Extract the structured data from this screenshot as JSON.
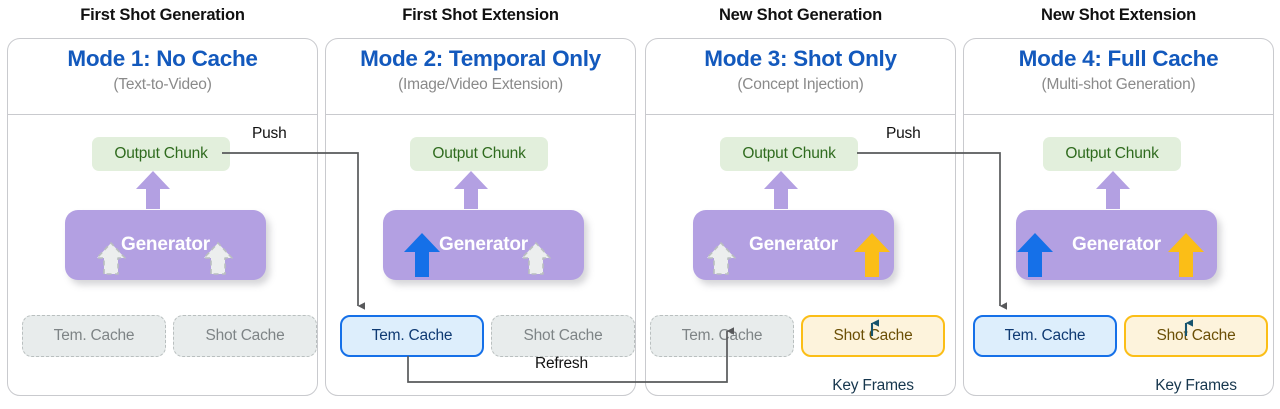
{
  "figure": {
    "background": "#ffffff",
    "colors": {
      "mode_title": "#1359bd",
      "mode_subtitle": "#8a8a8a",
      "panel_border": "#c9cace",
      "output_chunk_fill": "#e2efdc",
      "output_chunk_text": "#2f6b1e",
      "generator_fill": "#b3a0e2",
      "generator_text": "#ffffff",
      "cache_off_fill": "#e8ecec",
      "cache_off_border": "#b9bfbf",
      "cache_off_text": "#7e8486",
      "temporal_active_fill": "#ddeefc",
      "temporal_active_border": "#1570e8",
      "temporal_active_text": "#0f3a73",
      "shot_active_fill": "#fdf3dc",
      "shot_active_border": "#fbbe17",
      "shot_active_text": "#6b4f06",
      "arrow_purple": "#b3a0e2",
      "arrow_blue": "#1570e8",
      "arrow_yellow": "#fbbe17",
      "arrow_gray_dashed": "#b9bfbf",
      "connector_gray": "#58595b",
      "keyframe_arrow": "#17546e"
    }
  },
  "panels": [
    {
      "stage_title": "First Shot Generation",
      "mode_title": "Mode 1: No Cache",
      "mode_subtitle": "(Text-to-Video)",
      "output_chunk": "Output Chunk",
      "generator": "Generator",
      "temporal_cache": {
        "label": "Tem. Cache",
        "state": "inactive"
      },
      "shot_cache": {
        "label": "Shot Cache",
        "state": "inactive"
      },
      "generator_input_temporal": "dashed-gray",
      "generator_input_shot": "dashed-gray",
      "key_frames": null,
      "outgoing_label": "Push"
    },
    {
      "stage_title": "First Shot Extension",
      "mode_title": "Mode 2: Temporal Only",
      "mode_subtitle": "(Image/Video Extension)",
      "output_chunk": "Output Chunk",
      "generator": "Generator",
      "temporal_cache": {
        "label": "Tem. Cache",
        "state": "active"
      },
      "shot_cache": {
        "label": "Shot Cache",
        "state": "inactive"
      },
      "generator_input_temporal": "solid-blue",
      "generator_input_shot": "dashed-gray",
      "key_frames": null,
      "outgoing_label": "Refresh"
    },
    {
      "stage_title": "New Shot Generation",
      "mode_title": "Mode 3: Shot Only",
      "mode_subtitle": "(Concept Injection)",
      "output_chunk": "Output Chunk",
      "generator": "Generator",
      "temporal_cache": {
        "label": "Tem. Cache",
        "state": "inactive"
      },
      "shot_cache": {
        "label": "Shot Cache",
        "state": "active"
      },
      "generator_input_temporal": "dashed-gray",
      "generator_input_shot": "solid-yellow",
      "key_frames": "Key Frames",
      "outgoing_label": "Push"
    },
    {
      "stage_title": "New Shot Extension",
      "mode_title": "Mode 4: Full Cache",
      "mode_subtitle": "(Multi-shot Generation)",
      "output_chunk": "Output Chunk",
      "generator": "Generator",
      "temporal_cache": {
        "label": "Tem. Cache",
        "state": "active"
      },
      "shot_cache": {
        "label": "Shot Cache",
        "state": "active"
      },
      "generator_input_temporal": "solid-blue",
      "generator_input_shot": "solid-yellow",
      "key_frames": "Key Frames",
      "outgoing_label": null
    }
  ],
  "connectors": [
    {
      "name": "push-1-to-2",
      "label": "Push",
      "from": "panel1.output_chunk",
      "to": "panel2.temporal_cache"
    },
    {
      "name": "refresh-2-to-3",
      "label": "Refresh",
      "from": "panel2.temporal_cache",
      "to": "panel3.temporal_cache"
    },
    {
      "name": "push-3-to-4",
      "label": "Push",
      "from": "panel3.output_chunk",
      "to": "panel4.temporal_cache"
    }
  ]
}
